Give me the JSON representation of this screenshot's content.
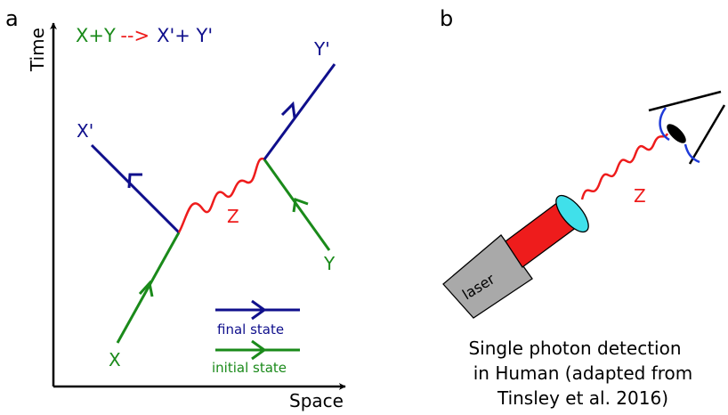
{
  "colors": {
    "axis": "#000000",
    "initial": "#1a8a1a",
    "final": "#0f0f8c",
    "photon": "#ee1c1c",
    "lens": "#40e0ea",
    "laser_body": "#a9a9a9",
    "beam": "#ee1c1c"
  },
  "panel_a": {
    "label": "a",
    "time_axis": "Time",
    "space_axis": "Space",
    "reaction": {
      "lhs": "X+Y",
      "arrow": "-->",
      "rhs": "X'+ Y'"
    },
    "particles": {
      "x": "X",
      "y": "Y",
      "x_prime": "X'",
      "y_prime": "Y'",
      "z": "Z"
    },
    "legend": [
      {
        "label": "final state",
        "color": "#0f0f8c"
      },
      {
        "label": "initial state",
        "color": "#1a8a1a"
      }
    ]
  },
  "panel_b": {
    "label": "b",
    "laser_label": "laser",
    "photon_label": "Z",
    "caption": [
      "Single photon detection",
      "in Human (adapted from",
      "Tinsley et al. 2016)"
    ]
  }
}
